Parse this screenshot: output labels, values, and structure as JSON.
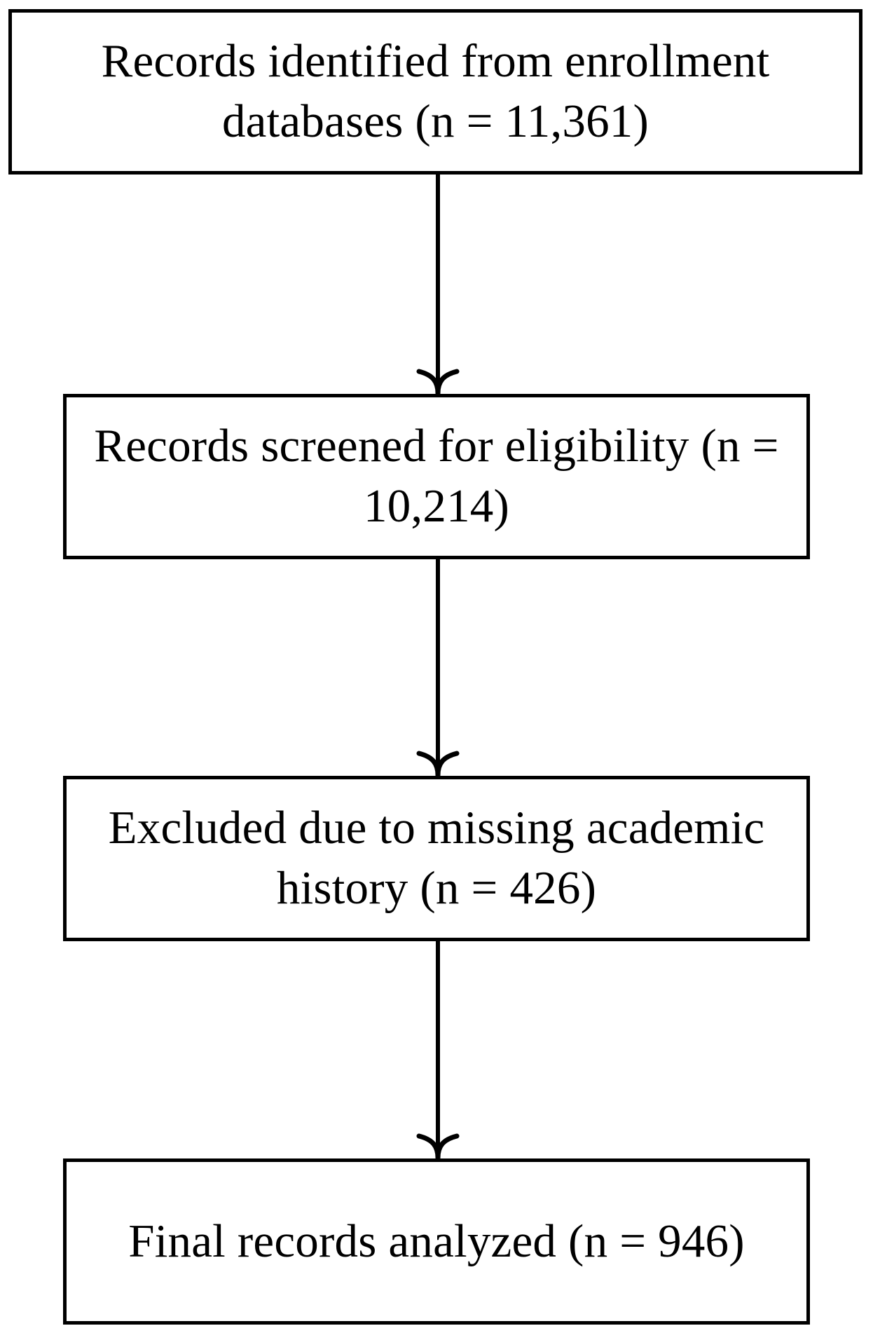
{
  "diagram": {
    "type": "flowchart",
    "orientation": "vertical",
    "background_color": "#ffffff",
    "stroke_color": "#000000",
    "text_color": "#000000",
    "nodes": [
      {
        "id": "identified",
        "label": "Records identified from enrollment databases (n = 11,361)",
        "line1": "Records identified from enrollment",
        "line2": "databases (n = 11,361)",
        "count": 11361,
        "count_display": "11,361"
      },
      {
        "id": "screened",
        "label": "Records screened for eligibility (n = 10,214)",
        "line1": "Records screened for",
        "line2": "eligibility (n = 10,214)",
        "count": 10214,
        "count_display": "10,214"
      },
      {
        "id": "excluded",
        "label": "Excluded due to missing academic history (n = 426)",
        "line1": "Excluded due to missing",
        "line2": "academic history (n = 426)",
        "count": 426,
        "count_display": "426"
      },
      {
        "id": "analyzed",
        "label": "Final records analyzed (n = 946)",
        "line1": "Final records analyzed",
        "line2": "(n = 946)",
        "count": 946,
        "count_display": "946"
      }
    ],
    "edges": [
      {
        "id": "edge-1",
        "from": "identified",
        "to": "screened",
        "arrowhead": "curved-down"
      },
      {
        "id": "edge-2",
        "from": "screened",
        "to": "excluded",
        "arrowhead": "curved-down"
      },
      {
        "id": "edge-3",
        "from": "excluded",
        "to": "analyzed",
        "arrowhead": "curved-down"
      }
    ]
  }
}
